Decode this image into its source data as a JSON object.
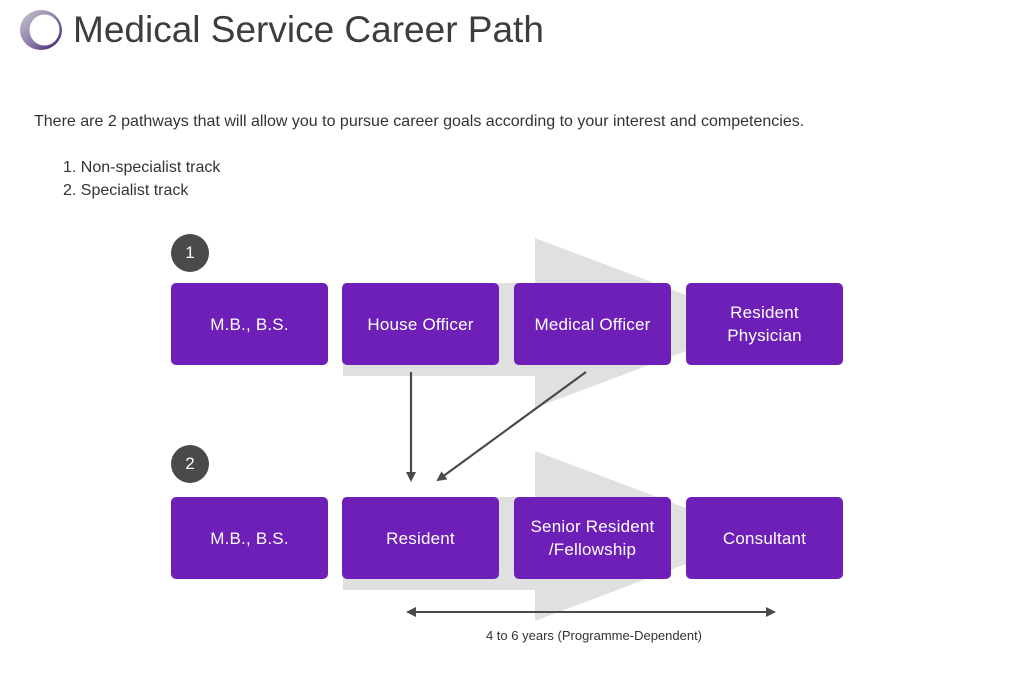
{
  "header": {
    "title": "Medical Service Career Path",
    "logo_icon": "ring-logo-icon",
    "logo_color": "#5b2a86"
  },
  "intro": "There are 2 pathways that will allow you to pursue career goals according to your interest and competencies.",
  "tracks": [
    "1. Non-specialist track",
    "2. Specialist track"
  ],
  "diagram": {
    "box_color": "#6d1fb8",
    "badge_color": "#4a4a4a",
    "row1": {
      "badge": "1",
      "steps": [
        "M.B., B.S.",
        "House Officer",
        "Medical Officer",
        "Resident Physician"
      ]
    },
    "row2": {
      "badge": "2",
      "steps": [
        "M.B., B.S.",
        "Resident",
        "Senior Resident /Fellowship",
        "Consultant"
      ]
    },
    "duration_label": "4 to 6 years (Programme-Dependent)"
  }
}
